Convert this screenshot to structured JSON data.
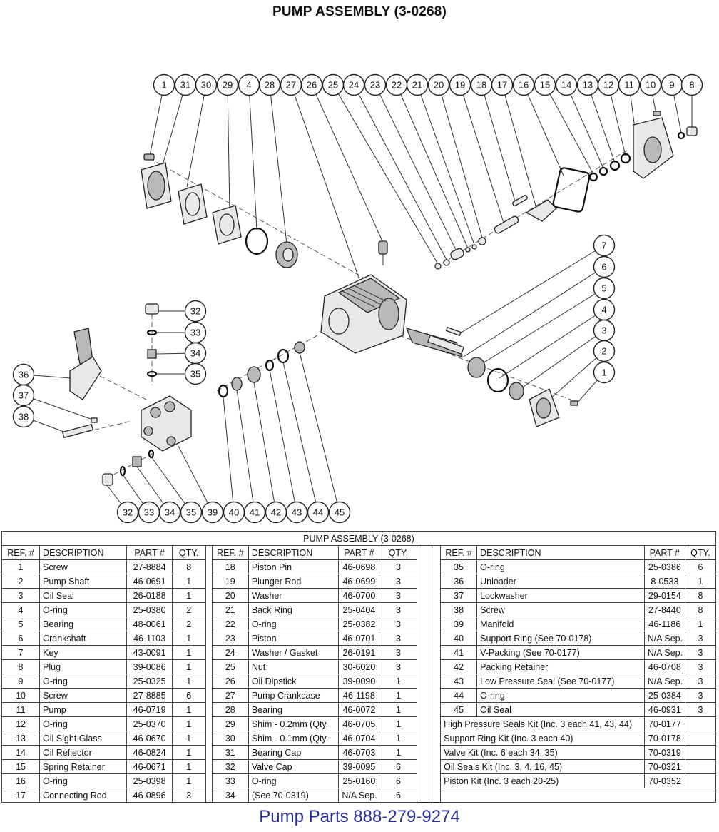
{
  "title": "PUMP ASSEMBLY (3-0268)",
  "table_caption": "PUMP ASSEMBLY (3-0268)",
  "headers": {
    "ref": "REF. #",
    "desc": "DESCRIPTION",
    "part": "PART #",
    "qty": "QTY."
  },
  "callouts_top": [
    "1",
    "31",
    "30",
    "29",
    "4",
    "28",
    "27",
    "26",
    "25",
    "24",
    "23",
    "22",
    "21",
    "20",
    "19",
    "18",
    "17",
    "16",
    "15",
    "14",
    "13",
    "12",
    "11",
    "10",
    "9",
    "8"
  ],
  "callouts_right": [
    "7",
    "6",
    "5",
    "4",
    "3",
    "2",
    "1"
  ],
  "callouts_left": [
    "36",
    "37",
    "38"
  ],
  "callouts_mid": [
    "32",
    "33",
    "34",
    "35"
  ],
  "callouts_bottom": [
    "32",
    "33",
    "34",
    "35",
    "39",
    "40",
    "41",
    "42",
    "43",
    "44",
    "45"
  ],
  "col1": [
    {
      "ref": "1",
      "desc": "Screw",
      "part": "27-8884",
      "qty": "8"
    },
    {
      "ref": "2",
      "desc": "Pump Shaft",
      "part": "46-0691",
      "qty": "1"
    },
    {
      "ref": "3",
      "desc": "Oil Seal",
      "part": "26-0188",
      "qty": "1"
    },
    {
      "ref": "4",
      "desc": "O-ring",
      "part": "25-0380",
      "qty": "2"
    },
    {
      "ref": "5",
      "desc": "Bearing",
      "part": "48-0061",
      "qty": "2"
    },
    {
      "ref": "6",
      "desc": "Crankshaft",
      "part": "46-1103",
      "qty": "1"
    },
    {
      "ref": "7",
      "desc": "Key",
      "part": "43-0091",
      "qty": "1"
    },
    {
      "ref": "8",
      "desc": "Plug",
      "part": "39-0086",
      "qty": "1"
    },
    {
      "ref": "9",
      "desc": "O-ring",
      "part": "25-0325",
      "qty": "1"
    },
    {
      "ref": "10",
      "desc": "Screw",
      "part": "27-8885",
      "qty": "6"
    },
    {
      "ref": "11",
      "desc": "Pump",
      "part": "46-0719",
      "qty": "1"
    },
    {
      "ref": "12",
      "desc": "O-ring",
      "part": "25-0370",
      "qty": "1"
    },
    {
      "ref": "13",
      "desc": "Oil Sight Glass",
      "part": "46-0670",
      "qty": "1"
    },
    {
      "ref": "14",
      "desc": "Oil Reflector",
      "part": "46-0824",
      "qty": "1"
    },
    {
      "ref": "15",
      "desc": "Spring Retainer",
      "part": "46-0671",
      "qty": "1"
    },
    {
      "ref": "16",
      "desc": "O-ring",
      "part": "25-0398",
      "qty": "1"
    },
    {
      "ref": "17",
      "desc": "Connecting Rod",
      "part": "46-0896",
      "qty": "3"
    }
  ],
  "col2": [
    {
      "ref": "18",
      "desc": "Piston Pin",
      "part": "46-0698",
      "qty": "3"
    },
    {
      "ref": "19",
      "desc": "Plunger Rod",
      "part": "46-0699",
      "qty": "3"
    },
    {
      "ref": "20",
      "desc": "Washer",
      "part": "46-0700",
      "qty": "3"
    },
    {
      "ref": "21",
      "desc": "Back Ring",
      "part": "25-0404",
      "qty": "3"
    },
    {
      "ref": "22",
      "desc": "O-ring",
      "part": "25-0382",
      "qty": "3"
    },
    {
      "ref": "23",
      "desc": "Piston",
      "part": "46-0701",
      "qty": "3"
    },
    {
      "ref": "24",
      "desc": "Washer / Gasket",
      "part": "26-0191",
      "qty": "3"
    },
    {
      "ref": "25",
      "desc": "Nut",
      "part": "30-6020",
      "qty": "3"
    },
    {
      "ref": "26",
      "desc": "Oil Dipstick",
      "part": "39-0090",
      "qty": "1"
    },
    {
      "ref": "27",
      "desc": "Pump Crankcase",
      "part": "46-1198",
      "qty": "1"
    },
    {
      "ref": "28",
      "desc": "Bearing",
      "part": "46-0072",
      "qty": "1"
    },
    {
      "ref": "29",
      "desc": "Shim - 0.2mm (Qty. ",
      "part": "46-0705",
      "qty": "1"
    },
    {
      "ref": "30",
      "desc": "Shim - 0.1mm (Qty. ",
      "part": "46-0704",
      "qty": "1"
    },
    {
      "ref": "31",
      "desc": "Bearing Cap",
      "part": "46-0703",
      "qty": "1"
    },
    {
      "ref": "32",
      "desc": "Valve Cap",
      "part": "39-0095",
      "qty": "6"
    },
    {
      "ref": "33",
      "desc": "O-ring",
      "part": "25-0160",
      "qty": "6"
    },
    {
      "ref": "34",
      "desc": "(See 70-0319)",
      "part": "N/A Sep.",
      "qty": "6"
    }
  ],
  "col3": [
    {
      "ref": "35",
      "desc": "O-ring",
      "part": "25-0386",
      "qty": "6"
    },
    {
      "ref": "36",
      "desc": "Unloader",
      "part": "8-0533",
      "qty": "1"
    },
    {
      "ref": "37",
      "desc": "Lockwasher",
      "part": "29-0154",
      "qty": "8"
    },
    {
      "ref": "38",
      "desc": "Screw",
      "part": "27-8440",
      "qty": "8"
    },
    {
      "ref": "39",
      "desc": "Manifold",
      "part": "46-1186",
      "qty": "1"
    },
    {
      "ref": "40",
      "desc": "Support Ring (See 70-0178)",
      "part": "N/A Sep.",
      "qty": "3"
    },
    {
      "ref": "41",
      "desc": "V-Packing (See 70-0177)",
      "part": "N/A Sep.",
      "qty": "3"
    },
    {
      "ref": "42",
      "desc": "Packing Retainer",
      "part": "46-0708",
      "qty": "3"
    },
    {
      "ref": "43",
      "desc": "Low Pressure Seal (See 70-0177)",
      "part": "N/A Sep.",
      "qty": "3"
    },
    {
      "ref": "44",
      "desc": "O-ring",
      "part": "25-0384",
      "qty": "3"
    },
    {
      "ref": "45",
      "desc": "Oil Seal",
      "part": "46-0931",
      "qty": "3"
    }
  ],
  "kits": [
    {
      "desc": "High Pressure Seals Kit (Inc. 3 each 41, 43, 44)",
      "part": "70-0177"
    },
    {
      "desc": "Support Ring Kit (Inc. 3 each 40)",
      "part": "70-0178"
    },
    {
      "desc": "Valve Kit (Inc. 6 each 34, 35)",
      "part": "70-0319"
    },
    {
      "desc": "Oil Seals Kit (Inc. 3, 4, 16, 45)",
      "part": "70-0321"
    },
    {
      "desc": "Piston Kit (Inc. 3 each 20-25)",
      "part": "70-0352"
    }
  ],
  "footer": "Pump Parts 888-279-9274"
}
